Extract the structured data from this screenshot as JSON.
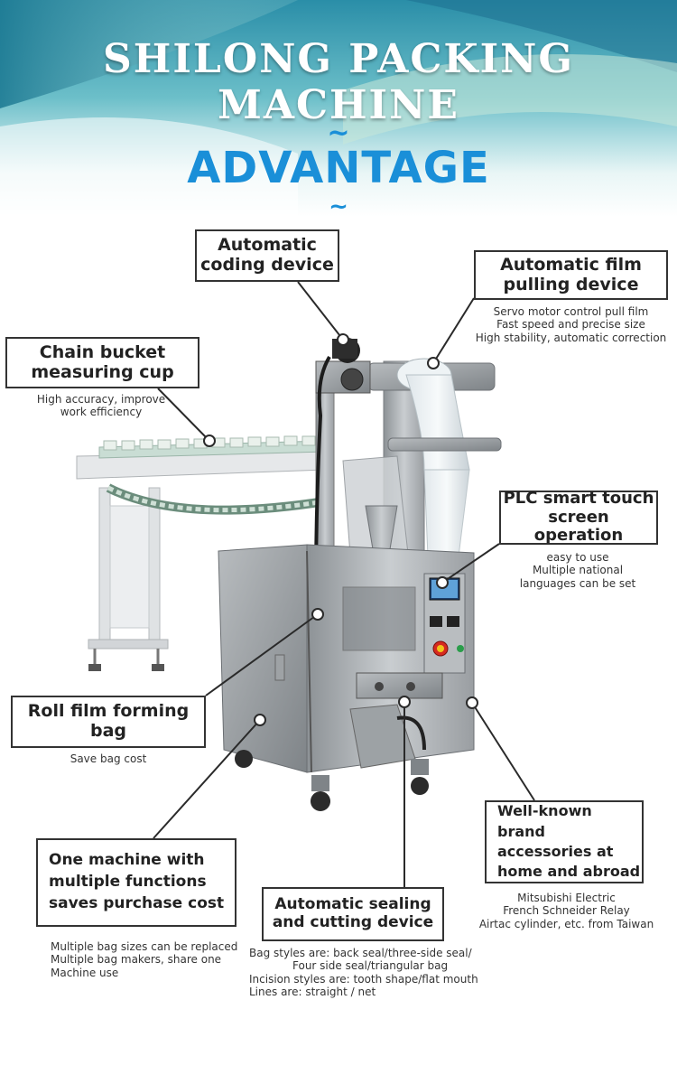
{
  "header": {
    "title": "SHILONG PACKING MACHINE",
    "tilde": "~",
    "subtitle": "ADVANTAGE"
  },
  "features": [
    {
      "title": "Automatic coding device",
      "lines": []
    },
    {
      "title": "Automatic film pulling device",
      "lines": [
        "Servo motor control pull film",
        "Fast speed and precise size",
        "High stability, automatic correction"
      ]
    },
    {
      "title": "Chain bucket measuring cup",
      "lines": [
        "High accuracy, improve",
        "work efficiency"
      ]
    },
    {
      "title": "PLC smart touch screen operation",
      "lines": [
        "easy to use",
        "Multiple national",
        "languages can be set"
      ]
    },
    {
      "title": "Roll film forming bag",
      "lines": [
        "Save bag cost"
      ]
    },
    {
      "title": "Well-known brand accessories at home and abroad",
      "lines": [
        "Mitsubishi Electric",
        "French Schneider Relay",
        "Airtac cylinder, etc. from Taiwan"
      ]
    },
    {
      "title": "One machine with multiple functions saves purchase cost",
      "lines": [
        "Multiple bag sizes can be replaced",
        "Multiple bag makers, share one",
        "Machine use"
      ]
    },
    {
      "title": "Automatic sealing and cutting device",
      "lines": [
        "Bag styles are: back seal/three-side seal/",
        "Four side seal/triangular bag",
        "Incision styles are: tooth shape/flat mouth",
        "Lines are: straight / net"
      ]
    }
  ],
  "colors": {
    "accent": "#1a8fd8",
    "box_border": "#333333",
    "machine_steel": "#a9aeb2"
  }
}
